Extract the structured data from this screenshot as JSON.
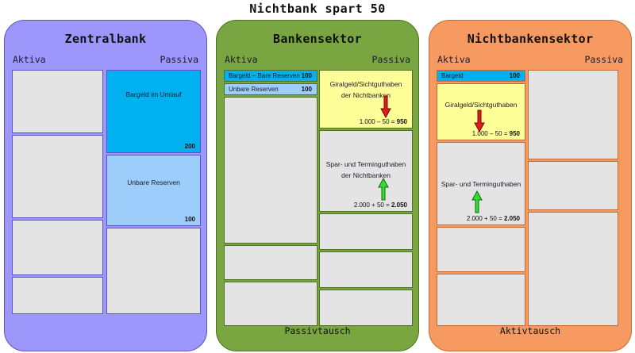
{
  "title": "Nichtbank spart 50",
  "colors": {
    "zentralbank_bg": "#9d97fb",
    "bankensektor_bg": "#7aa641",
    "nichtbankensektor_bg": "#f79a62",
    "cash_cyan": "#00b0f0",
    "reserves_lightblue": "#9dcdfb",
    "sight_deposits_yellow": "#ffff99",
    "empty_grey": "#e4e4e4",
    "arrow_down_red": "#d81f1f",
    "arrow_up_green": "#33dd33"
  },
  "panels": [
    {
      "id": "zentralbank",
      "title": "Zentralbank",
      "aktiva_label": "Aktiva",
      "passiva_label": "Passiva",
      "footer": "",
      "aktiva": [
        {
          "label": "",
          "amount": ""
        },
        {
          "label": "",
          "amount": ""
        },
        {
          "label": "",
          "amount": ""
        },
        {
          "label": "",
          "amount": ""
        }
      ],
      "passiva": [
        {
          "label": "Bargeld im Umlauf",
          "amount": "200"
        },
        {
          "label": "Unbare Reserven",
          "amount": "100"
        },
        {
          "label": "",
          "amount": ""
        }
      ]
    },
    {
      "id": "bankensektor",
      "title": "Bankensektor",
      "aktiva_label": "Aktiva",
      "passiva_label": "Passiva",
      "footer": "Passivtausch",
      "aktiva": [
        {
          "label": "Bargeld – Bare Reserven",
          "amount": "100"
        },
        {
          "label": "Unbare Reserven",
          "amount": "100"
        },
        {
          "label": "",
          "amount": ""
        },
        {
          "label": "",
          "amount": ""
        },
        {
          "label": "",
          "amount": ""
        }
      ],
      "passiva": [
        {
          "label_line1": "Giralgeld/Sichtguthaben",
          "label_line2": "der Nichtbanken",
          "calc_prefix": "1.000 – 50 = ",
          "calc_result": "950",
          "arrow": "down"
        },
        {
          "label_line1": "Spar- und Terminguthaben",
          "label_line2": "der Nichtbanken",
          "calc_prefix": "2.000 + 50 = ",
          "calc_result": "2.050",
          "arrow": "up"
        },
        {
          "label": "",
          "amount": ""
        },
        {
          "label": "",
          "amount": ""
        },
        {
          "label": "",
          "amount": ""
        }
      ]
    },
    {
      "id": "nichtbankensektor",
      "title": "Nichtbankensektor",
      "aktiva_label": "Aktiva",
      "passiva_label": "Passiva",
      "footer": "Aktivtausch",
      "aktiva": [
        {
          "label": "Bargeld",
          "amount": "100"
        },
        {
          "label_line1": "Giralgeld/Sichtguthaben",
          "calc_prefix": "1.000 – 50 = ",
          "calc_result": "950",
          "arrow": "down"
        },
        {
          "label_line1": "Spar- und Terminguthaben",
          "calc_prefix": "2.000 + 50 = ",
          "calc_result": "2.050",
          "arrow": "up"
        },
        {
          "label": "",
          "amount": ""
        },
        {
          "label": "",
          "amount": ""
        }
      ],
      "passiva": [
        {
          "label": "",
          "amount": ""
        },
        {
          "label": "",
          "amount": ""
        },
        {
          "label": "",
          "amount": ""
        }
      ]
    }
  ]
}
